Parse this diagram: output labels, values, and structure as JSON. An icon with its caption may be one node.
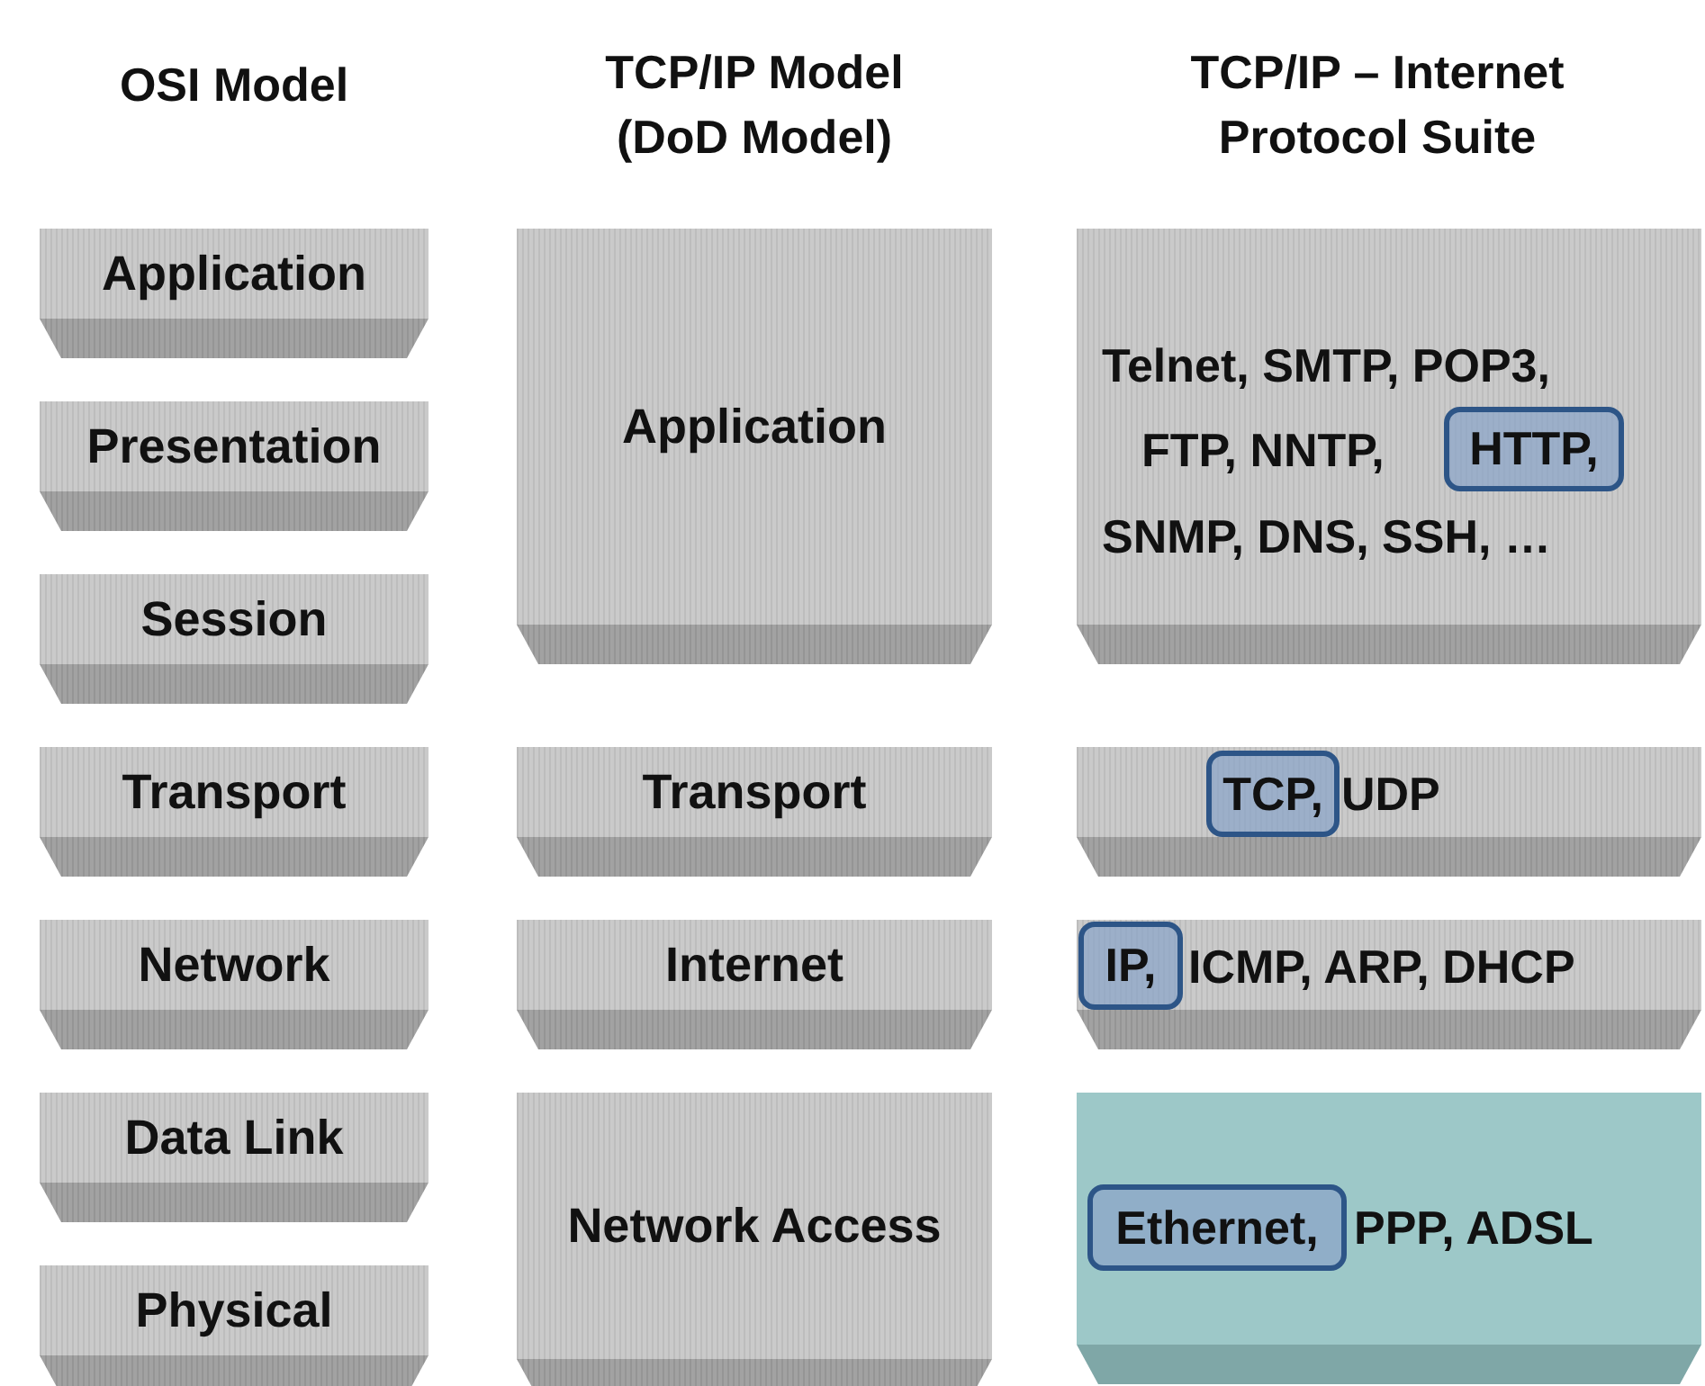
{
  "diagram": {
    "nodes": [
      {
        "text": [
          "Application"
        ]
      },
      {
        "text": [
          "Presentation"
        ]
      },
      {
        "text": [
          "Session"
        ]
      },
      {
        "text": [
          "Transport"
        ]
      },
      {
        "text": [
          "Network"
        ]
      },
      {
        "text": [
          "Data Link"
        ]
      },
      {
        "text": [
          "Physical"
        ]
      },
      {
        "text": [
          "Application"
        ]
      },
      {
        "text": [
          "Transport"
        ]
      },
      {
        "text": [
          "Internet"
        ]
      },
      {
        "text": [
          "Network Access"
        ]
      },
      {
        "text": [
          "Telnet, SMTP, POP3,",
          "FTP, NNTP,",
          "SNMP, DNS, SSH, …"
        ]
      },
      {
        "text": [
          "HTTP,"
        ],
        "in": 11
      },
      {
        "text": [
          "UDP"
        ]
      },
      {
        "text": [
          "TCP,"
        ],
        "in": 13
      },
      {
        "text": [
          "ICMP, ARP, DHCP"
        ]
      },
      {
        "text": [
          "IP,"
        ],
        "in": 15
      },
      {
        "text": [
          "PPP, ADSL"
        ]
      },
      {
        "text": [
          "Ethernet,"
        ],
        "in": 17
      }
    ],
    "labels": [
      "OSI Model",
      "TCP/IP Model (DoD Model)",
      "TCP/IP – Internet Protocol Suite"
    ]
  }
}
